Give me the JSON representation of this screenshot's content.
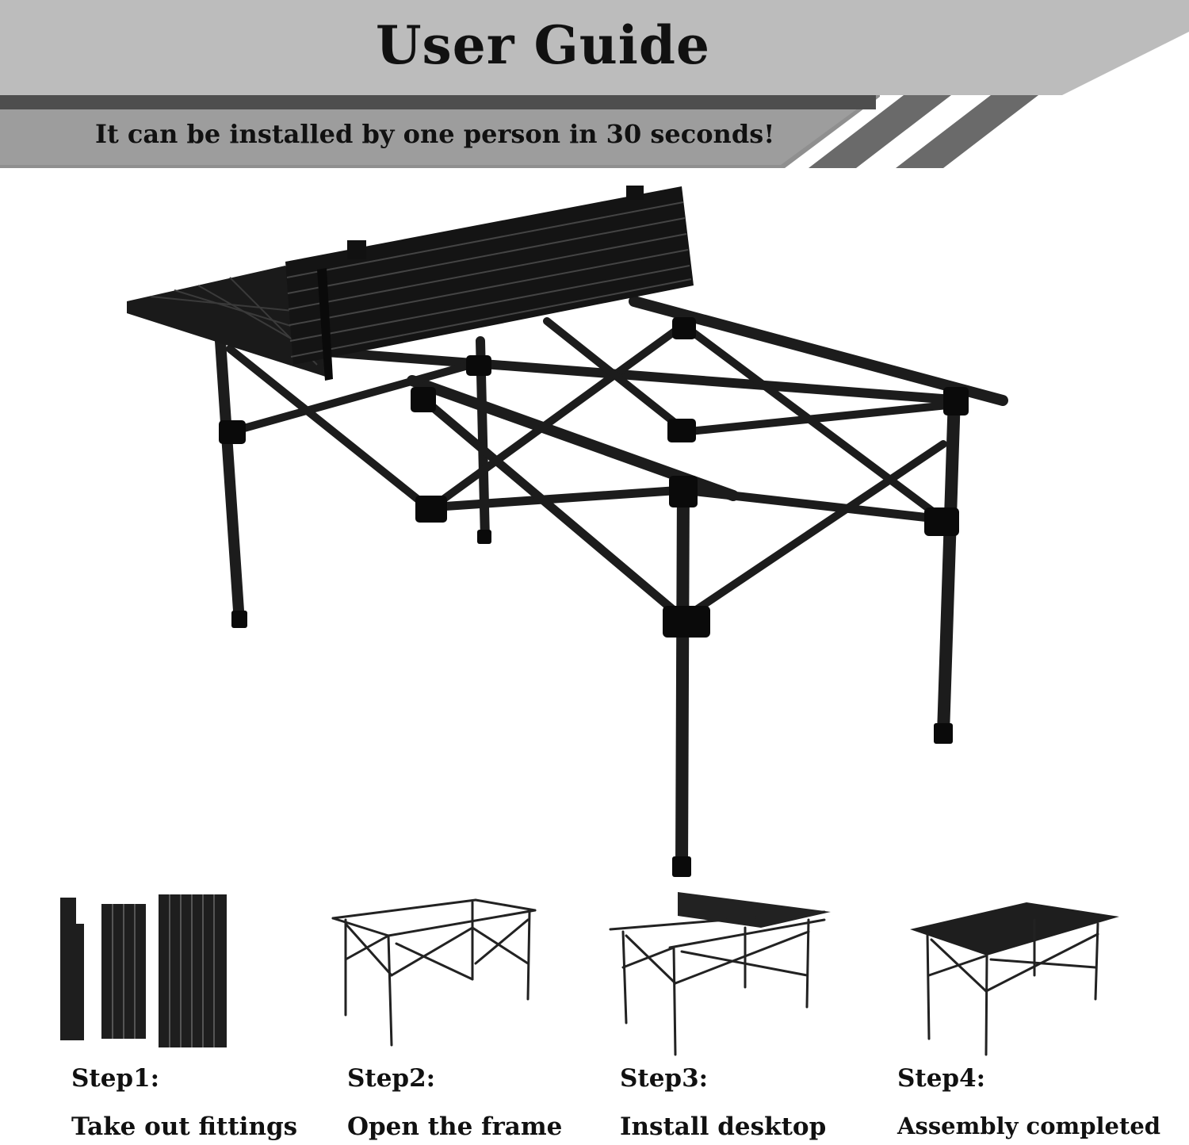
{
  "header": {
    "title": "User Guide",
    "subtitle": "It can be installed by one person in 30 seconds!"
  },
  "colors": {
    "header_gray": "#bcbcbc",
    "stripe_dark": "#505050",
    "stripe_mid": "#9a9a9a",
    "table_black": "#1c1c1c"
  },
  "steps": [
    {
      "label": "Step1:",
      "desc": "Take out fittings"
    },
    {
      "label": "Step2:",
      "desc": "Open the frame"
    },
    {
      "label": "Step3:",
      "desc": "Install desktop"
    },
    {
      "label": "Step4:",
      "desc": "Assembly completed"
    }
  ]
}
